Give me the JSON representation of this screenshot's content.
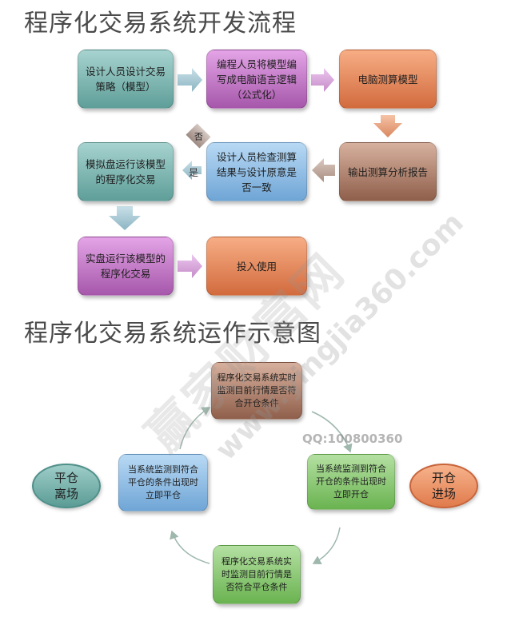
{
  "titles": {
    "flow": "程序化交易系统开发流程",
    "operation": "程序化交易系统运作示意图"
  },
  "flow": {
    "design_strategy": "设计人员设计交易策略（模型）",
    "program_logic": "编程人员将模型编写成电脑语言逻辑（公式化）",
    "computer_test": "电脑测算模型",
    "output_report": "输出测算分析报告",
    "check_result": "设计人员检查测算结果与设计原意是否一致",
    "simulate": "模拟盘运行该模型的程序化交易",
    "live_run": "实盘运行该模型的程序化交易",
    "deploy": "投入使用",
    "label_no": "否",
    "label_yes": "是"
  },
  "cycle": {
    "monitor_open": "程序化交易系统实时监测目前行情是否符合开仓条件",
    "open_position": "当系统监测到符合开仓的条件出现时立即开仓",
    "monitor_close": "程序化交易系统实时监测目前行情是否符合平仓条件",
    "close_position": "当系统监测到符合平仓的条件出现时立即平仓",
    "exit_market": "平仓\n离场",
    "enter_market": "开仓\n进场"
  },
  "watermark": {
    "brand": "赢家财富网",
    "url": "www.yingjia360.com",
    "qq": "QQ:100800360"
  },
  "colors": {
    "teal": "#6fa8a3",
    "purple": "#b76bbb",
    "orange": "#e0794a",
    "brown": "#a3705a",
    "blue": "#7fb0dd",
    "green": "#78bd5d",
    "arrow": "#9fc5cf",
    "curve": "#a9bfb3"
  }
}
